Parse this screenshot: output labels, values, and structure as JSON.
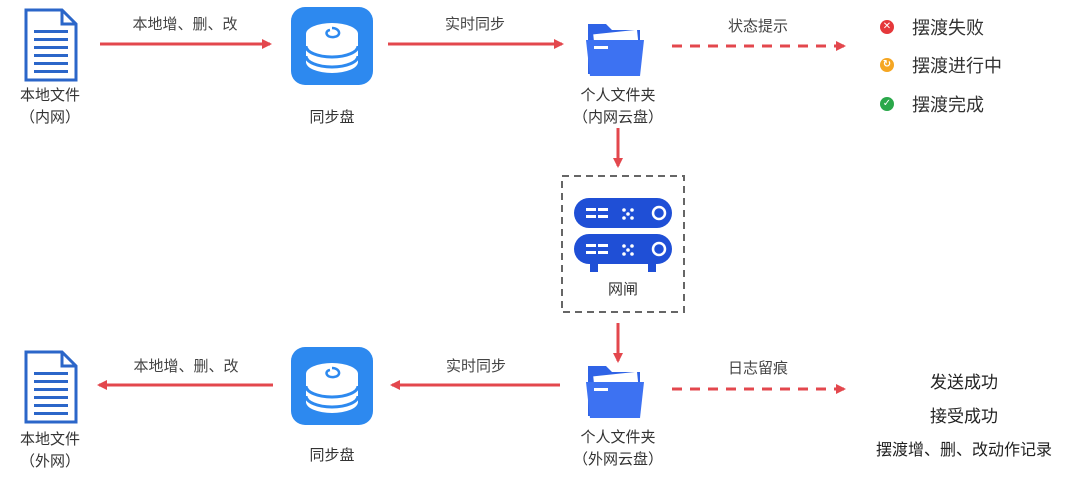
{
  "colors": {
    "arrow": "#e3474d",
    "disk_blue": "#2d89ef",
    "folder_blue": "#2f63e6",
    "server_blue": "#1f4fd6",
    "status_fail": "#e5383b",
    "status_progress": "#f5a623",
    "status_done": "#2aa84a"
  },
  "internal": {
    "local_file": {
      "line1": "本地文件",
      "line2": "（内网）"
    },
    "sync_disk": "同步盘",
    "folder": {
      "line1": "个人文件夹",
      "line2": "（内网云盘）"
    },
    "arrow_local_to_sync": "本地增、删、改",
    "arrow_sync_to_folder": "实时同步",
    "arrow_status": "状态提示",
    "statuses": [
      {
        "icon": "x-circle-icon",
        "text": "摆渡失败"
      },
      {
        "icon": "sync-circle-icon",
        "text": "摆渡进行中"
      },
      {
        "icon": "check-circle-icon",
        "text": "摆渡完成"
      }
    ]
  },
  "gateway": {
    "label": "网闸"
  },
  "external": {
    "local_file": {
      "line1": "本地文件",
      "line2": "（外网）"
    },
    "sync_disk": "同步盘",
    "folder": {
      "line1": "个人文件夹",
      "line2": "（外网云盘）"
    },
    "arrow_sync_to_local": "本地增、删、改",
    "arrow_folder_to_sync": "实时同步",
    "arrow_log": "日志留痕",
    "log_lines": [
      "发送成功",
      "接受成功",
      "摆渡增、删、改动作记录"
    ]
  }
}
